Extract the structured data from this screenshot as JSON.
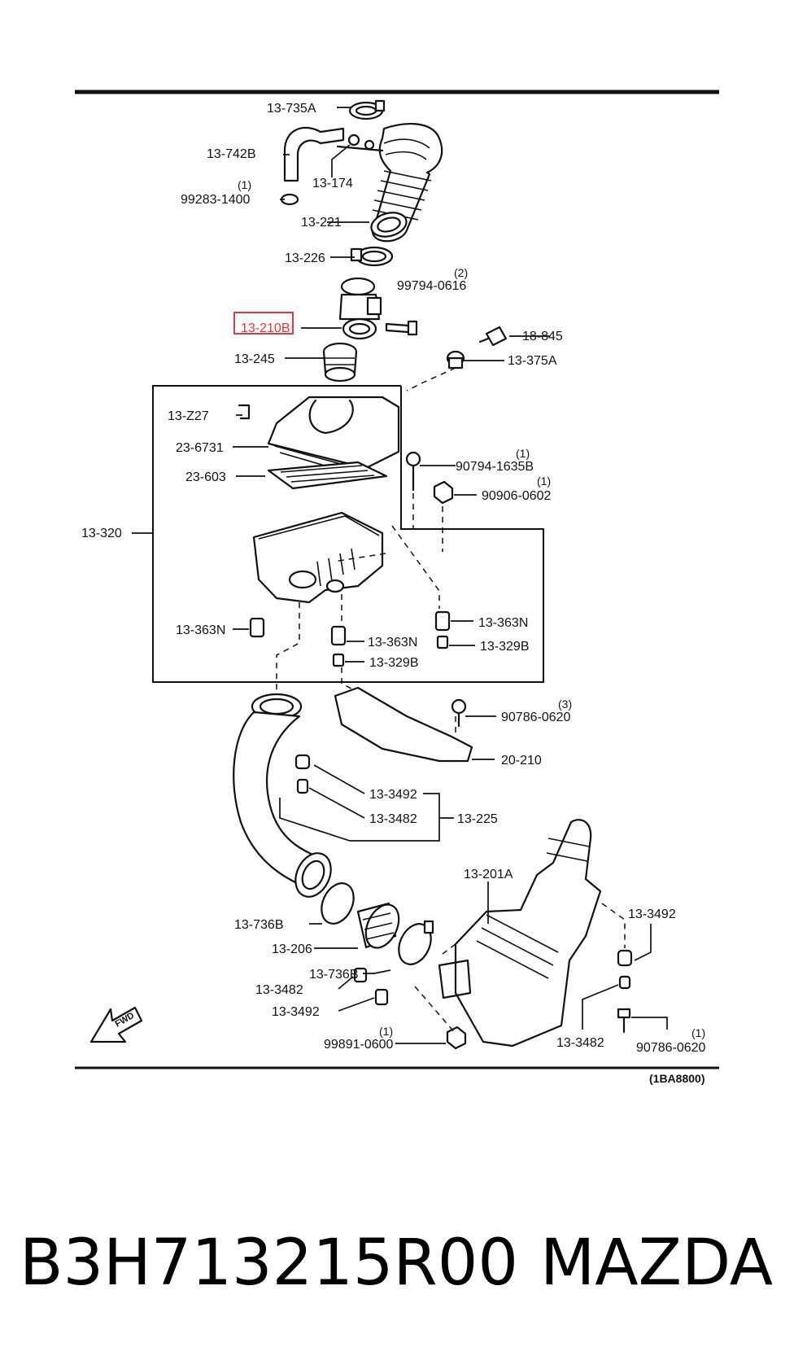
{
  "diagram": {
    "figure_code": "(1BA8800)",
    "fwd_label": "FWD",
    "highlight_color": "#e8343a",
    "labels": {
      "p13_735A": "13-735A",
      "p13_742B": "13-742B",
      "q99283": "(1)",
      "p99283": "99283-1400",
      "p13_174": "13-174",
      "p13_221": "13-221",
      "p13_226": "13-226",
      "q99794": "(2)",
      "p99794": "99794-0616",
      "p13_210B": "13-210B",
      "p18_845": "18-845",
      "p13_245": "13-245",
      "p13_375A": "13-375A",
      "p13_Z27": "13-Z27",
      "p23_6731": "23-6731",
      "p23_603": "23-603",
      "q90794": "(1)",
      "p90794": "90794-1635B",
      "q90906": "(1)",
      "p90906": "90906-0602",
      "p13_320": "13-320",
      "p13_363N_l": "13-363N",
      "p13_363N_r": "13-363N",
      "p13_363N_c": "13-363N",
      "p13_329B_r": "13-329B",
      "p13_329B_c": "13-329B",
      "q90786a": "(3)",
      "p90786a": "90786-0620",
      "p20_210": "20-210",
      "p13_3492_a": "13-3492",
      "p13_3482_a": "13-3482",
      "p13_225": "13-225",
      "p13_201A": "13-201A",
      "p13_3492_b": "13-3492",
      "p13_736B_a": "13-736B",
      "p13_206": "13-206",
      "p13_736B_b": "13-736B",
      "p13_3482_b": "13-3482",
      "p13_3492_c": "13-3492",
      "q99891": "(1)",
      "p99891": "99891-0600",
      "p13_3482_c": "13-3482",
      "q90786b": "(1)",
      "p90786b": "90786-0620"
    }
  },
  "caption": {
    "part_number": "B3H713215R00",
    "brand": "MAZDA"
  }
}
